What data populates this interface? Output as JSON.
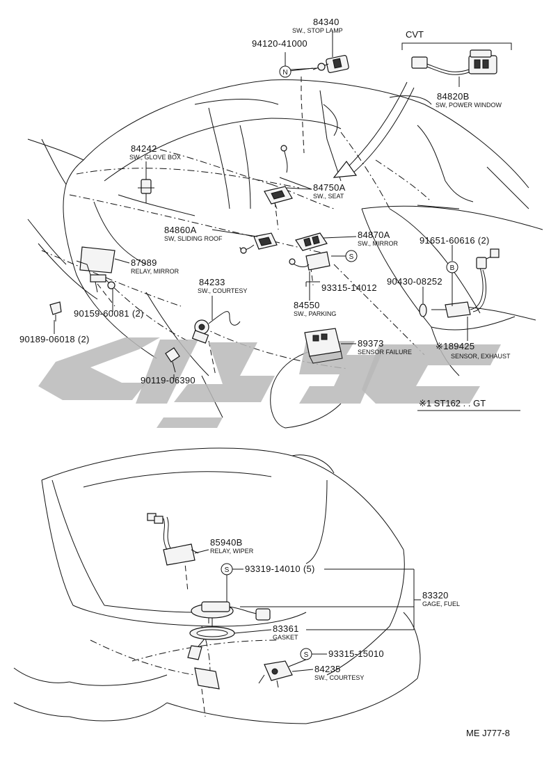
{
  "header": {
    "cvt_label": "CVT"
  },
  "parts": [
    {
      "id": "p84340",
      "number": "84340",
      "name": "SW., STOP LAMP"
    },
    {
      "id": "p94120",
      "number": "94120-41000",
      "name": "",
      "symbol": "N"
    },
    {
      "id": "p84820b",
      "number": "84820B",
      "name": "SW, POWER WINDOW"
    },
    {
      "id": "p84242",
      "number": "84242",
      "name": "SW., GLOVE BOX"
    },
    {
      "id": "p84750a",
      "number": "84750A",
      "name": "SW., SEAT"
    },
    {
      "id": "p84860a",
      "number": "84860A",
      "name": "SW, SLIDING ROOF"
    },
    {
      "id": "p84870a",
      "number": "84870A",
      "name": "SW., MIRROR"
    },
    {
      "id": "p91651",
      "number": "91651-60616 (2)",
      "name": "",
      "symbol": "B"
    },
    {
      "id": "p87989",
      "number": "87989",
      "name": "RELAY, MIRROR"
    },
    {
      "id": "p84233",
      "number": "84233",
      "name": "SW., COURTESY"
    },
    {
      "id": "p93315a",
      "number": "93315-14012",
      "name": "",
      "symbol": "S"
    },
    {
      "id": "p90430",
      "number": "90430-08252",
      "name": ""
    },
    {
      "id": "p84550",
      "number": "84550",
      "name": "SW., PARKING"
    },
    {
      "id": "p90159",
      "number": "90159-60081 (2)",
      "name": ""
    },
    {
      "id": "p90189",
      "number": "90189-06018 (2)",
      "name": ""
    },
    {
      "id": "p89373",
      "number": "89373",
      "name": "SENSOR FAILURE"
    },
    {
      "id": "p89425",
      "number": "※189425",
      "name": "SENSOR, EXHAUST"
    },
    {
      "id": "p90119",
      "number": "90119-06390",
      "name": ""
    },
    {
      "id": "p85940b",
      "number": "85940B",
      "name": "RELAY, WIPER"
    },
    {
      "id": "p93319",
      "number": "93319-14010 (5)",
      "name": "",
      "symbol": "S"
    },
    {
      "id": "p83320",
      "number": "83320",
      "name": "GAGE, FUEL"
    },
    {
      "id": "p83361",
      "number": "83361",
      "name": "GASKET"
    },
    {
      "id": "p93315b",
      "number": "93315-15010",
      "name": "",
      "symbol": "S"
    },
    {
      "id": "p84235",
      "number": "84235",
      "name": "SW., COURTESY"
    }
  ],
  "footnote": "※1 ST162 . . GT",
  "drawing_code": "ME J777-8",
  "watermark": "cjs gc"
}
